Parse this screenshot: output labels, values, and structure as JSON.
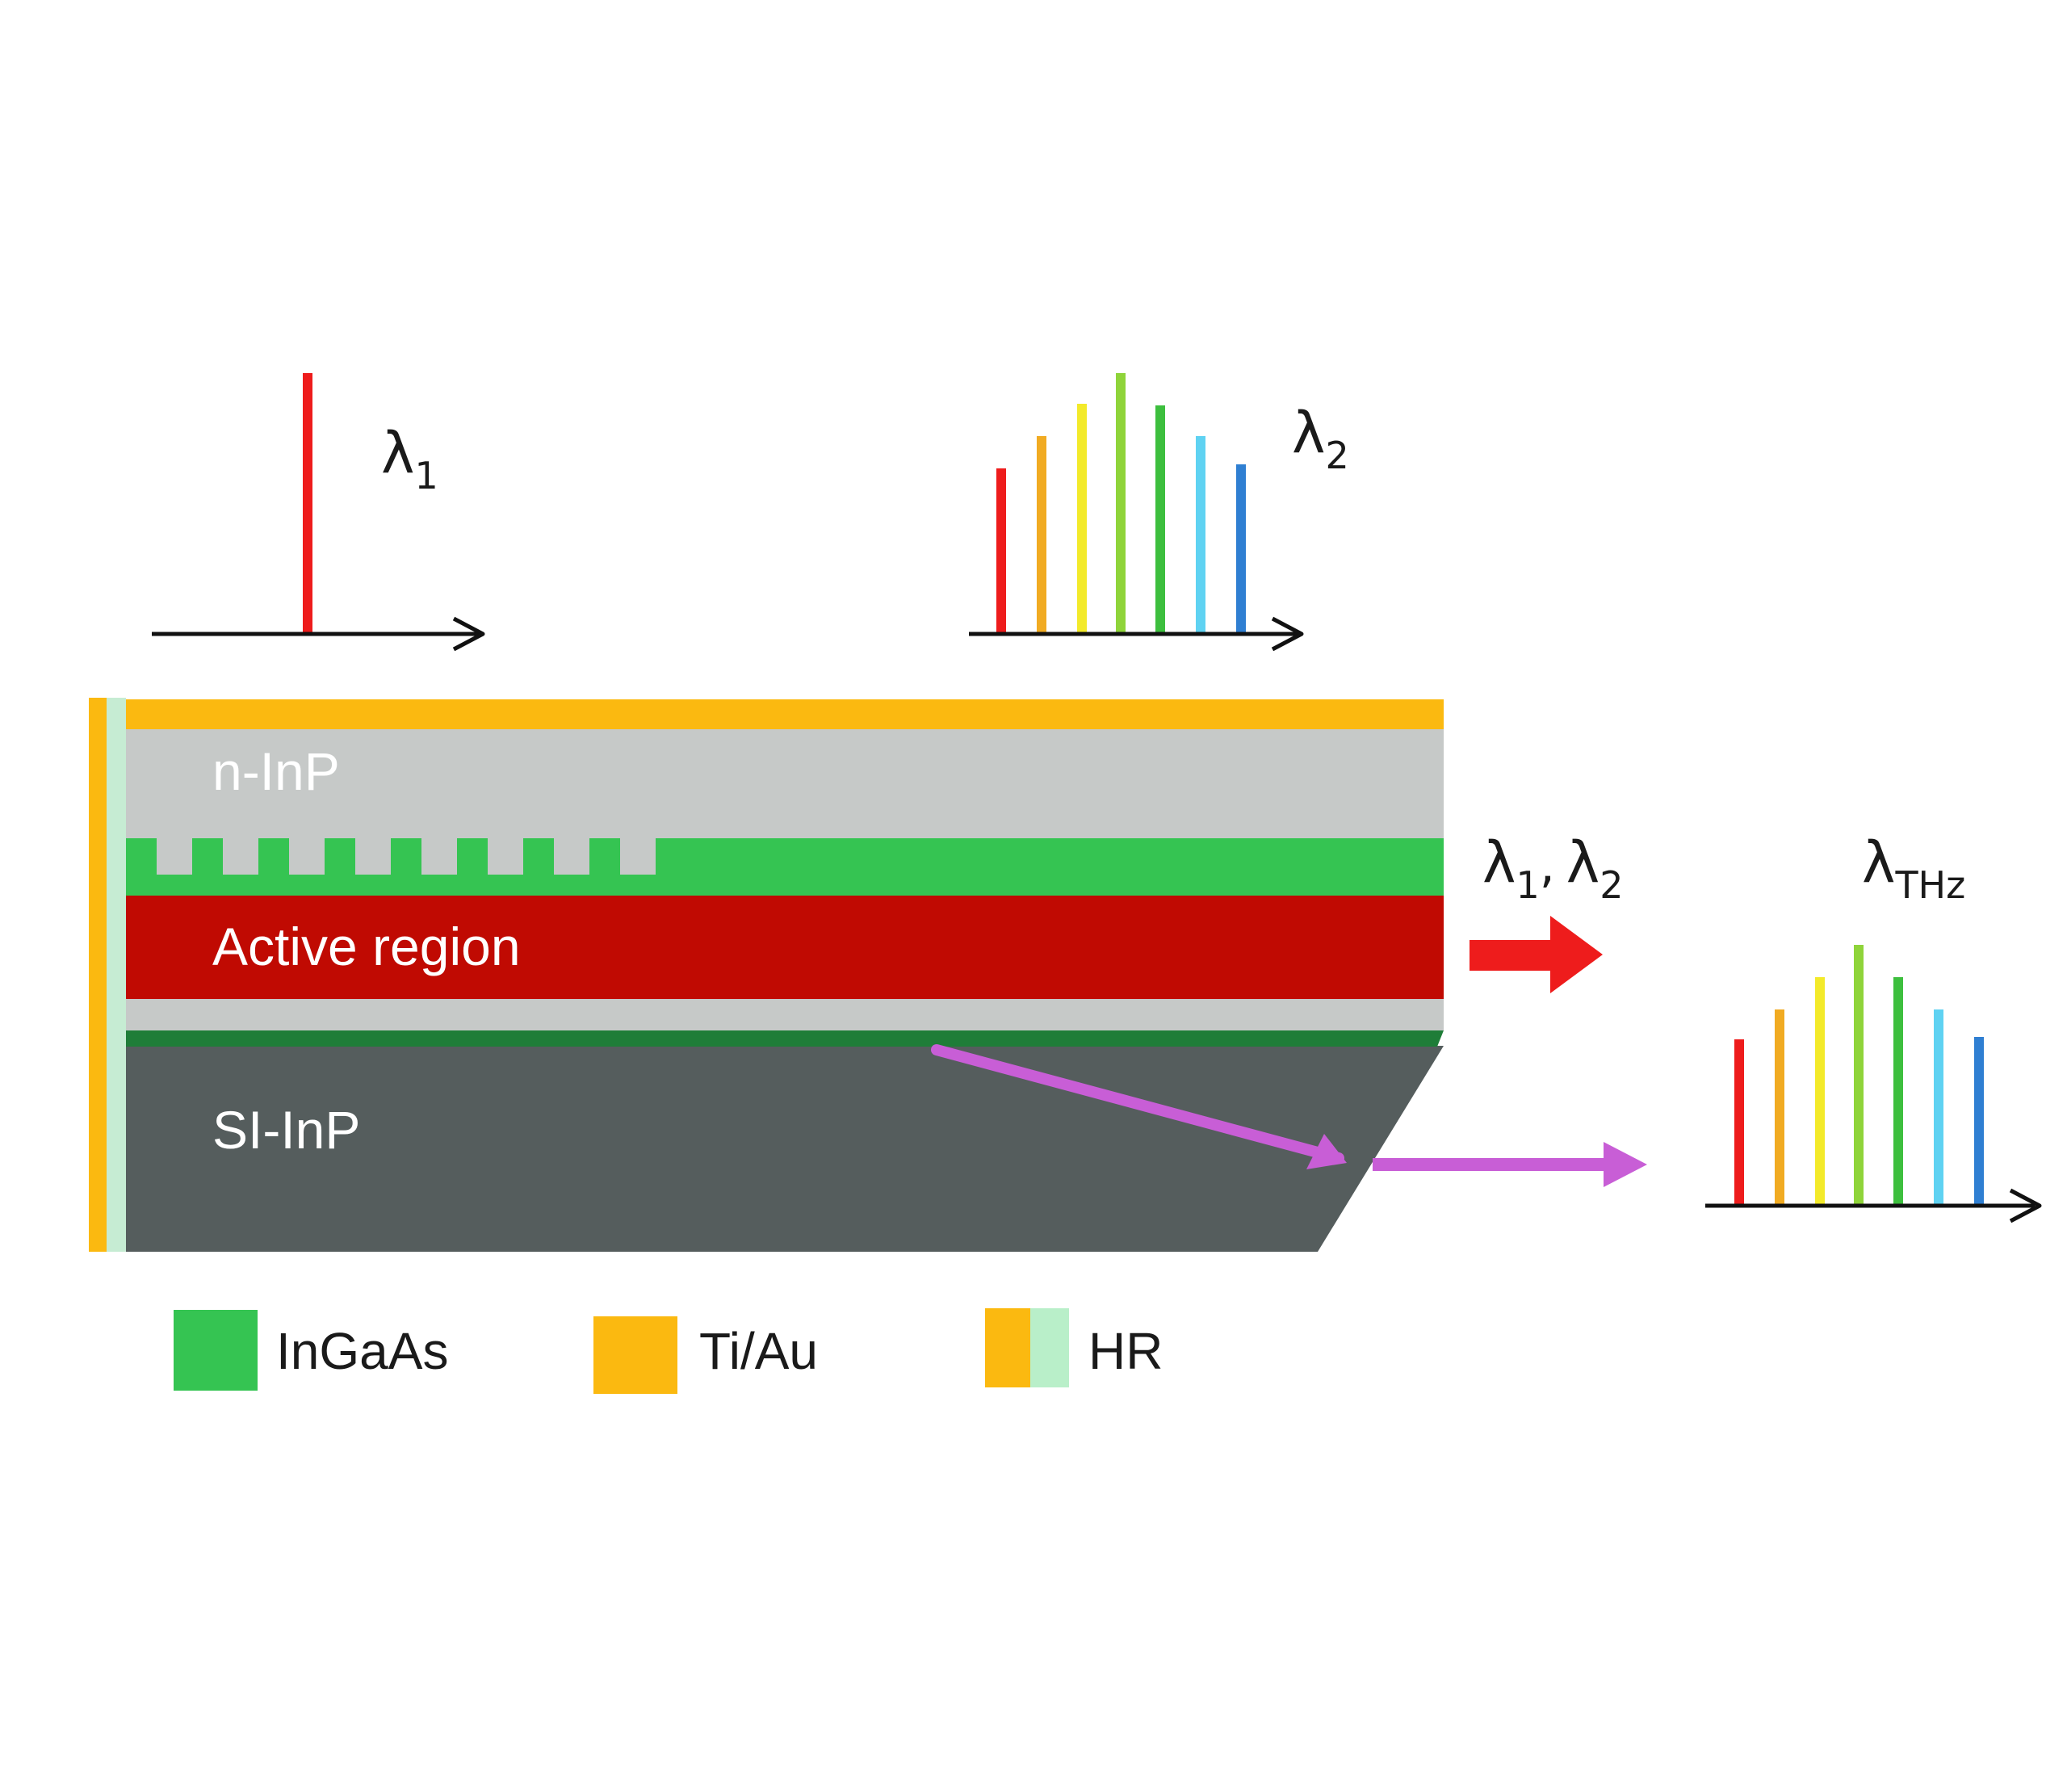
{
  "layers": {
    "n_inp": "n-InP",
    "active": "Active region",
    "si_inp": "SI-InP"
  },
  "spectra": {
    "input": {
      "symbol": "λ",
      "sub": "1"
    },
    "comb": {
      "symbol": "λ",
      "sub": "2"
    },
    "output_optical": {
      "symbol": "λ",
      "sub1": "1",
      "sep": ",",
      "sub2": "2"
    },
    "thz": {
      "symbol": "λ",
      "sub": "THz"
    }
  },
  "legend": [
    {
      "label": "InGaAs",
      "colors": [
        "#35c452"
      ]
    },
    {
      "label": "Ti/Au",
      "colors": [
        "#fbb910"
      ]
    },
    {
      "label": "HR",
      "colors": [
        "#fbb910",
        "#b9efc9"
      ]
    }
  ],
  "colors": {
    "ti_au": "#fbb910",
    "hr_coat": "#c6ecd3",
    "n_inp": "#c6c9c8",
    "ingaas": "#35c452",
    "active": "#c00a02",
    "cladding": "#c6c9c8",
    "ingaas_dark": "#1f7d38",
    "si_inp": "#555d5d",
    "optical_arrow": "#ee1c1c",
    "thz_arrow": "#c85ed6",
    "spectrum_lines": [
      "#ee1c1c",
      "#f1ab22",
      "#f3ea2a",
      "#8fd43a",
      "#3dbf3e",
      "#5fd2f2",
      "#2f7fd2"
    ]
  },
  "icons": {
    "axis": "arrow-right-icon",
    "optical_output": "thick-arrow-right-icon",
    "thz_output": "arrow-right-icon"
  }
}
